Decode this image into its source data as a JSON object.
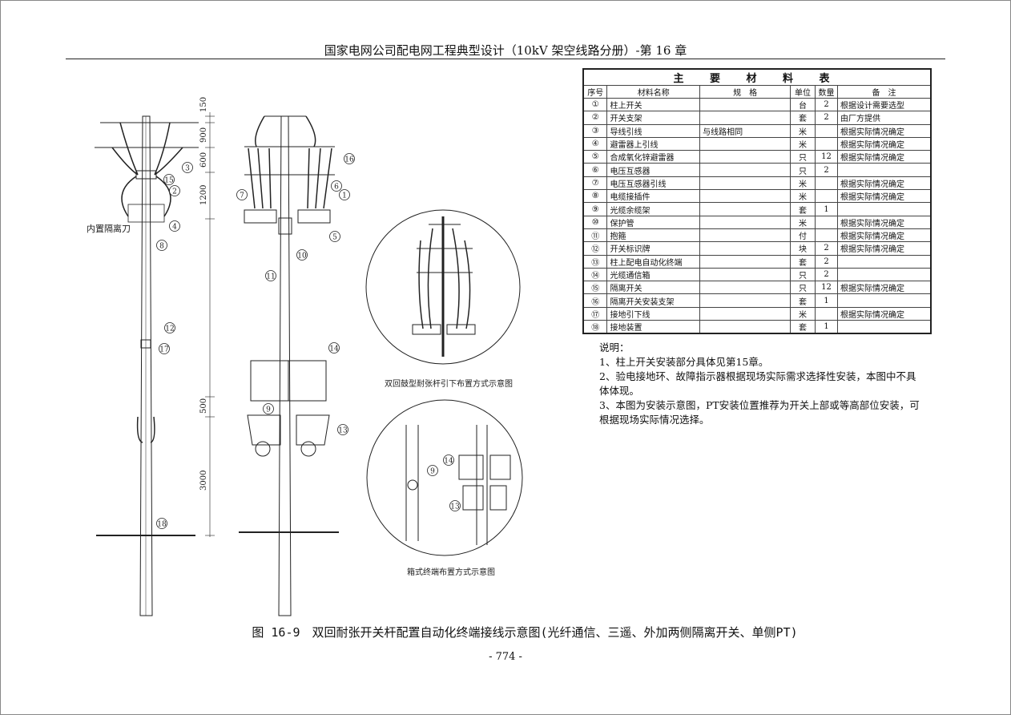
{
  "header": {
    "title": "国家电网公司配电网工程典型设计（10kV 架空线路分册）-第 16 章"
  },
  "table": {
    "title": "主 要 材 料 表",
    "columns": [
      "序号",
      "材料名称",
      "规　格",
      "单位",
      "数量",
      "备　注"
    ],
    "rows": [
      [
        "①",
        "柱上开关",
        "",
        "台",
        "2",
        "根据设计需要选型"
      ],
      [
        "②",
        "开关支架",
        "",
        "套",
        "2",
        "由厂方提供"
      ],
      [
        "③",
        "导线引线",
        "与线路相同",
        "米",
        "",
        "根据实际情况确定"
      ],
      [
        "④",
        "避雷器上引线",
        "",
        "米",
        "",
        "根据实际情况确定"
      ],
      [
        "⑤",
        "合成氧化锌避雷器",
        "",
        "只",
        "12",
        "根据实际情况确定"
      ],
      [
        "⑥",
        "电压互感器",
        "",
        "只",
        "2",
        ""
      ],
      [
        "⑦",
        "电压互感器引线",
        "",
        "米",
        "",
        "根据实际情况确定"
      ],
      [
        "⑧",
        "电缆接插件",
        "",
        "米",
        "",
        "根据实际情况确定"
      ],
      [
        "⑨",
        "光缆余缆架",
        "",
        "套",
        "1",
        ""
      ],
      [
        "⑩",
        "保护管",
        "",
        "米",
        "",
        "根据实际情况确定"
      ],
      [
        "⑪",
        "抱箍",
        "",
        "付",
        "",
        "根据实际情况确定"
      ],
      [
        "⑫",
        "开关标识牌",
        "",
        "块",
        "2",
        "根据实际情况确定"
      ],
      [
        "⑬",
        "柱上配电自动化终端",
        "",
        "套",
        "2",
        ""
      ],
      [
        "⑭",
        "光缆通信箱",
        "",
        "只",
        "2",
        ""
      ],
      [
        "⑮",
        "隔离开关",
        "",
        "只",
        "12",
        "根据实际情况确定"
      ],
      [
        "⑯",
        "隔离开关安装支架",
        "",
        "套",
        "1",
        ""
      ],
      [
        "⑰",
        "接地引下线",
        "",
        "米",
        "",
        "根据实际情况确定"
      ],
      [
        "⑱",
        "接地装置",
        "",
        "套",
        "1",
        ""
      ]
    ]
  },
  "notes": {
    "heading": "说明：",
    "items": [
      "1、柱上开关安装部分具体见第15章。",
      "2、验电接地环、故障指示器根据现场实际需求选择性安装，本图中不具体体现。",
      "3、本图为安装示意图，PT安装位置推荐为开关上部或等高部位安装，可根据现场实际情况选择。"
    ]
  },
  "drawing": {
    "left_label": "内置隔离刀",
    "dims": [
      "150",
      "900",
      "600",
      "1200",
      "500",
      "3000"
    ],
    "left_callouts": [
      "3",
      "15",
      "2",
      "4",
      "8",
      "12",
      "17",
      "18"
    ],
    "mid_callouts": [
      "16",
      "7",
      "6",
      "1",
      "5",
      "10",
      "11",
      "14",
      "9",
      "13"
    ],
    "detail1_caption": "双回鼓型耐张杆引下布置方式示意图",
    "detail2_caption": "箱式终端布置方式示意图",
    "detail2_callouts": [
      "14",
      "9",
      "13"
    ]
  },
  "caption": "图 16-9　双回耐张开关杆配置自动化终端接线示意图(光纤通信、三遥、外加两侧隔离开关、单侧PT)",
  "page_number": "- 774 -"
}
